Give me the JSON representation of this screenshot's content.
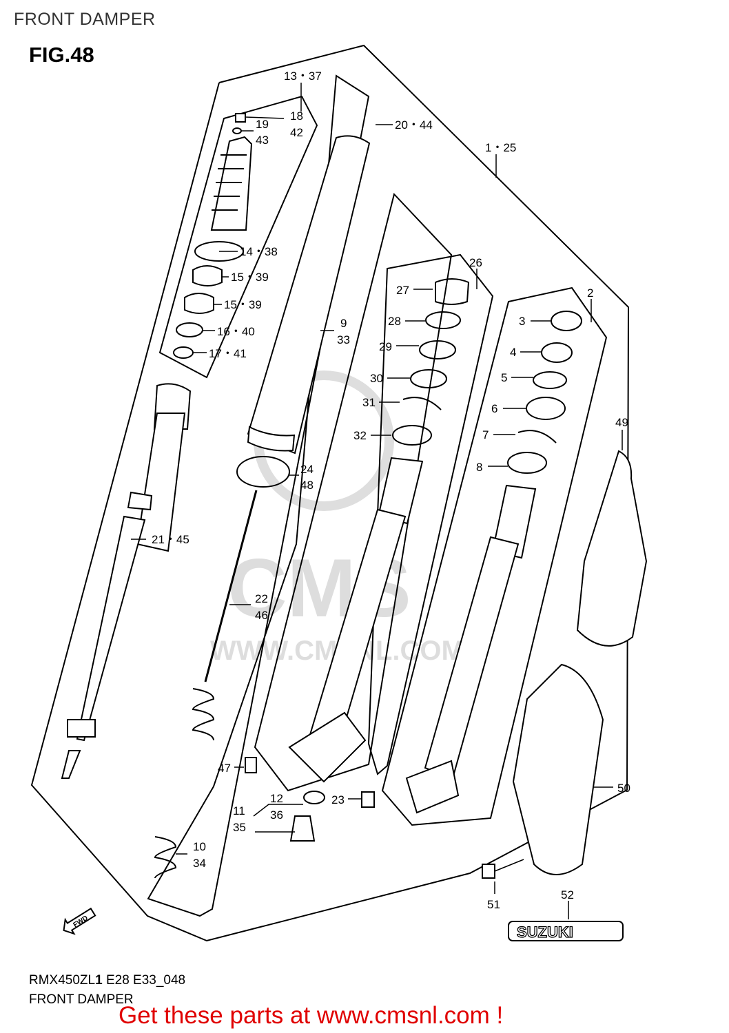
{
  "header": {
    "title": "FRONT DAMPER"
  },
  "figure": {
    "label": "FIG.48"
  },
  "footer": {
    "model_prefix": "RMX450ZL",
    "model_bold": "1",
    "model_suffix": " E28 E33_048",
    "caption": "FRONT DAMPER",
    "cta": "Get these parts at www.cmsnl.com !"
  },
  "watermark": {
    "brand": "CMS",
    "url": "WWW.CMSNL.COM"
  },
  "logos": {
    "fwd": "FWD",
    "suzuki": "SUZUKI"
  },
  "callouts": [
    {
      "id": "c13",
      "text": "13・37"
    },
    {
      "id": "c18",
      "text": "18"
    },
    {
      "id": "c42",
      "text": "42"
    },
    {
      "id": "c19",
      "text": "19"
    },
    {
      "id": "c43",
      "text": "43"
    },
    {
      "id": "c20",
      "text": "20・44"
    },
    {
      "id": "c1",
      "text": "1・25"
    },
    {
      "id": "c14",
      "text": "14・38"
    },
    {
      "id": "c15a",
      "text": "15・39"
    },
    {
      "id": "c15b",
      "text": "15・39"
    },
    {
      "id": "c16",
      "text": "16・40"
    },
    {
      "id": "c17",
      "text": "17・41"
    },
    {
      "id": "c26",
      "text": "26"
    },
    {
      "id": "c27",
      "text": "27"
    },
    {
      "id": "c28",
      "text": "28"
    },
    {
      "id": "c29",
      "text": "29"
    },
    {
      "id": "c30",
      "text": "30"
    },
    {
      "id": "c31",
      "text": "31"
    },
    {
      "id": "c32",
      "text": "32"
    },
    {
      "id": "c9",
      "text": "9"
    },
    {
      "id": "c33",
      "text": "33"
    },
    {
      "id": "c2",
      "text": "2"
    },
    {
      "id": "c3",
      "text": "3"
    },
    {
      "id": "c4",
      "text": "4"
    },
    {
      "id": "c5",
      "text": "5"
    },
    {
      "id": "c6",
      "text": "6"
    },
    {
      "id": "c7",
      "text": "7"
    },
    {
      "id": "c8",
      "text": "8"
    },
    {
      "id": "c49",
      "text": "49"
    },
    {
      "id": "c24",
      "text": "24"
    },
    {
      "id": "c48",
      "text": "48"
    },
    {
      "id": "c21",
      "text": "21・45"
    },
    {
      "id": "c22",
      "text": "22"
    },
    {
      "id": "c46",
      "text": "46"
    },
    {
      "id": "c47",
      "text": "47"
    },
    {
      "id": "c12",
      "text": "12"
    },
    {
      "id": "c36",
      "text": "36"
    },
    {
      "id": "c11",
      "text": "11"
    },
    {
      "id": "c35",
      "text": "35"
    },
    {
      "id": "c23",
      "text": "23"
    },
    {
      "id": "c10",
      "text": "10"
    },
    {
      "id": "c34",
      "text": "34"
    },
    {
      "id": "c50",
      "text": "50"
    },
    {
      "id": "c51",
      "text": "51"
    },
    {
      "id": "c52",
      "text": "52"
    }
  ]
}
